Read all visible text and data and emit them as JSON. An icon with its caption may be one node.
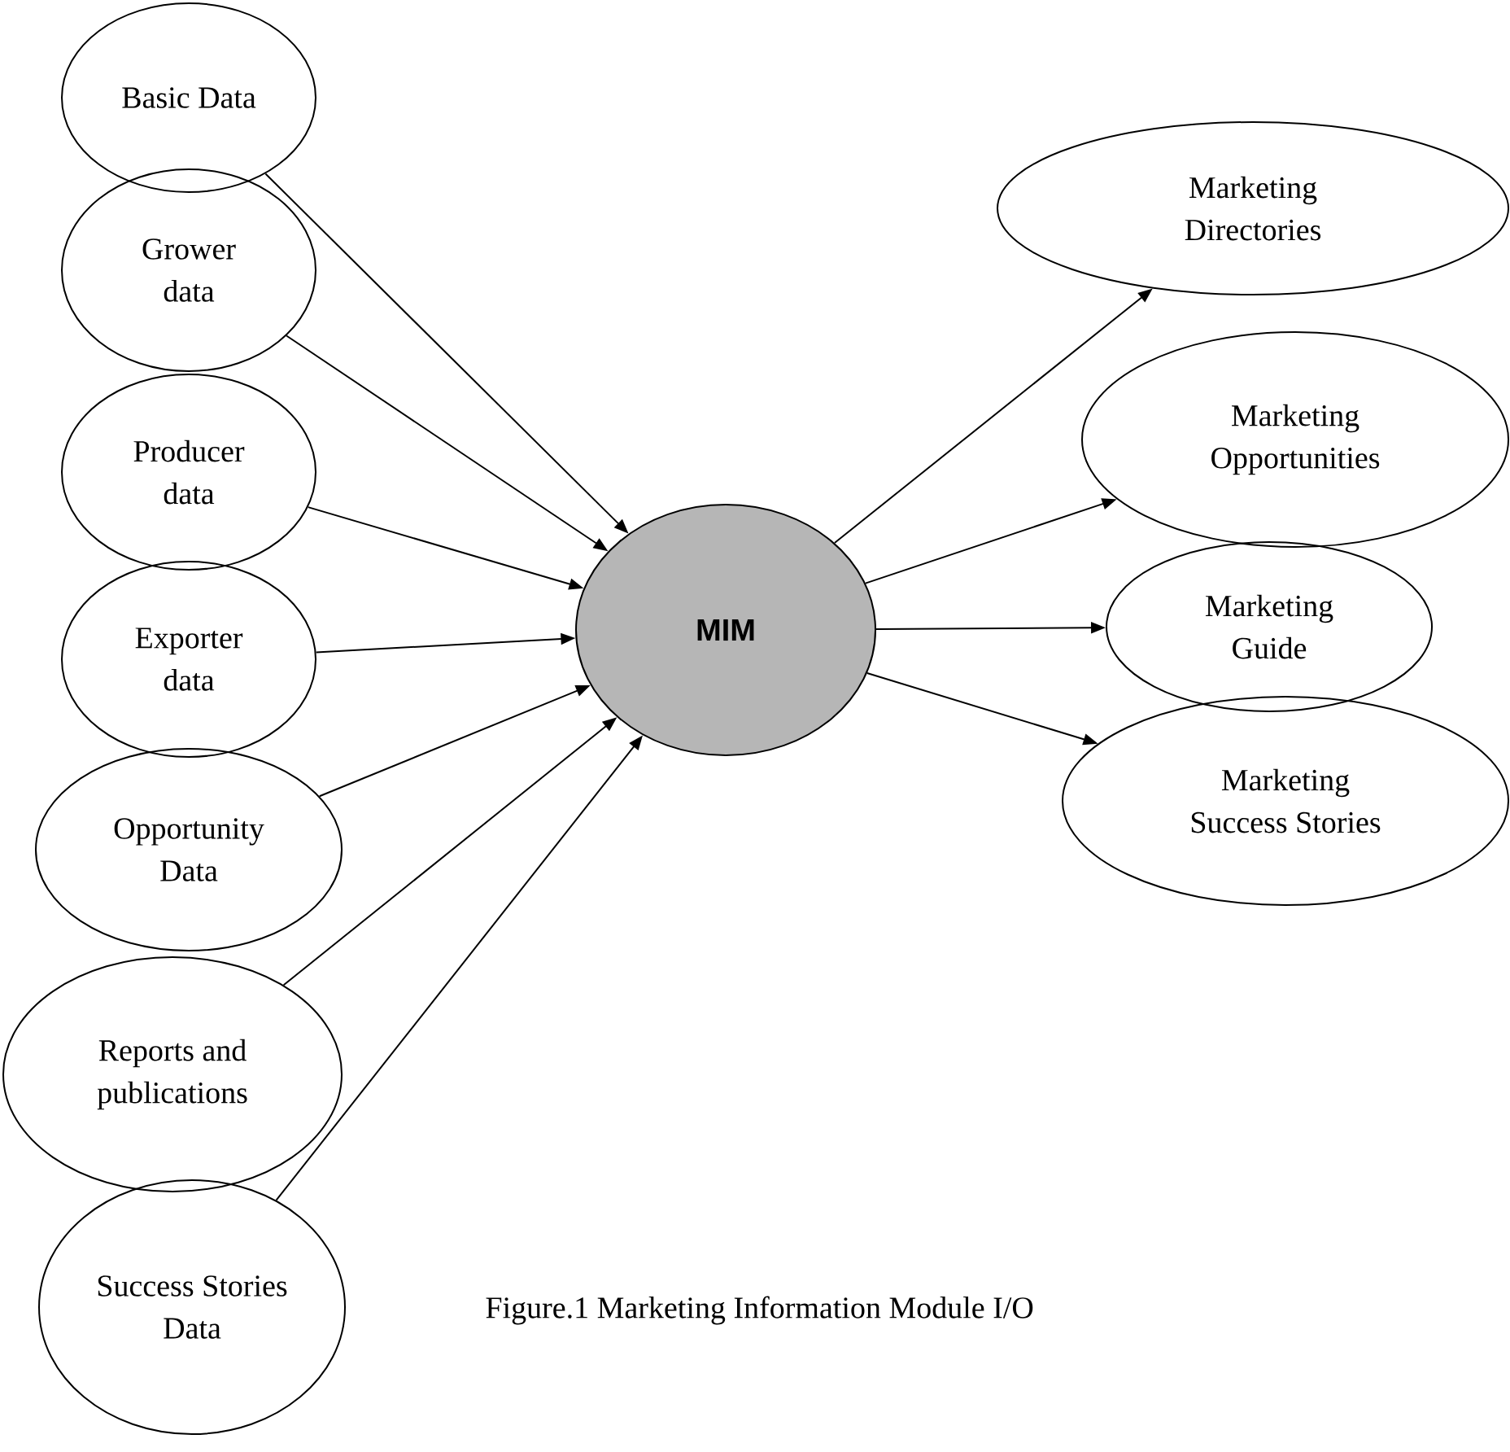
{
  "diagram": {
    "caption": "Figure.1 Marketing Information Module I/O",
    "nodes": [
      {
        "text": [
          "Basic Data"
        ]
      },
      {
        "text": [
          "Grower data"
        ]
      },
      {
        "text": [
          "Producer data"
        ]
      },
      {
        "text": [
          "Exporter data"
        ]
      },
      {
        "text": [
          "Opportunity Data"
        ]
      },
      {
        "text": [
          "Reports and publications"
        ]
      },
      {
        "text": [
          "Success Stories Data"
        ]
      },
      {
        "text": [
          "MIM"
        ]
      },
      {
        "text": [
          "Marketing Directories"
        ]
      },
      {
        "text": [
          "Marketing Opportunities"
        ]
      },
      {
        "text": [
          "Marketing Guide"
        ]
      },
      {
        "text": [
          "Marketing Success Stories"
        ]
      }
    ],
    "edges": [
      {
        "from": 0,
        "to": 7,
        "arrow": "to"
      },
      {
        "from": 1,
        "to": 7,
        "arrow": "to"
      },
      {
        "from": 2,
        "to": 7,
        "arrow": "to"
      },
      {
        "from": 3,
        "to": 7,
        "arrow": "to"
      },
      {
        "from": 4,
        "to": 7,
        "arrow": "to"
      },
      {
        "from": 5,
        "to": 7,
        "arrow": "to"
      },
      {
        "from": 6,
        "to": 7,
        "arrow": "to"
      },
      {
        "from": 7,
        "to": 8,
        "arrow": "to"
      },
      {
        "from": 7,
        "to": 9,
        "arrow": "to"
      },
      {
        "from": 7,
        "to": 10,
        "arrow": "to"
      },
      {
        "from": 7,
        "to": 11,
        "arrow": "to"
      }
    ]
  }
}
